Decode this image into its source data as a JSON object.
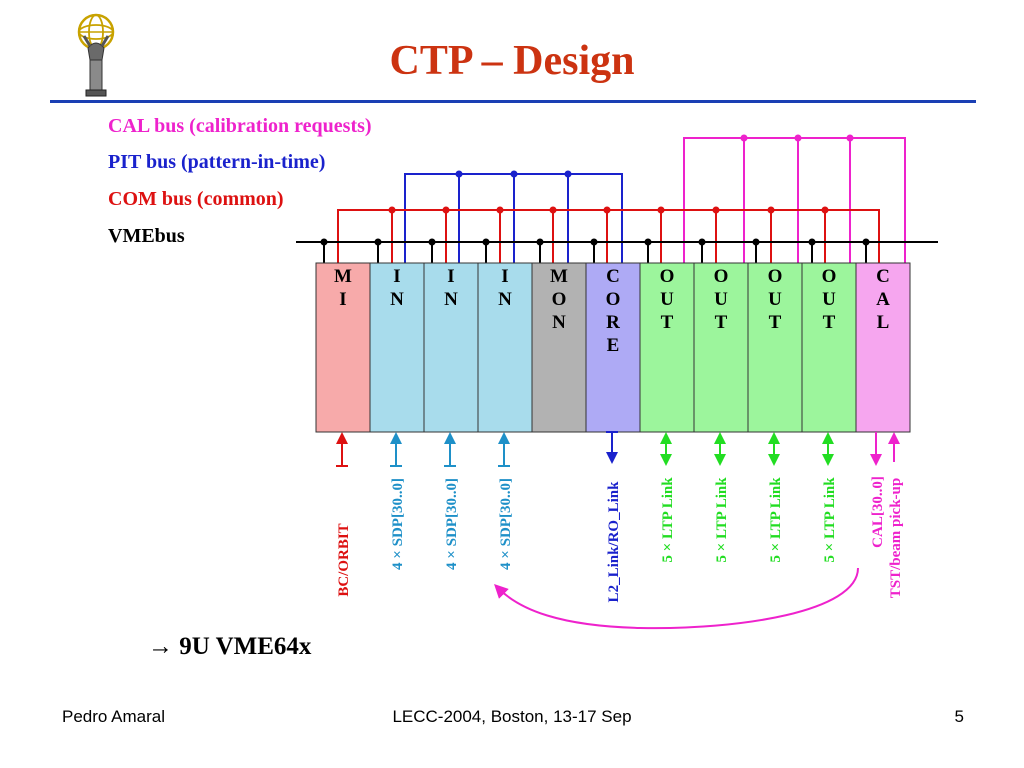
{
  "slide": {
    "title": "CTP – Design",
    "footer_left": "Pedro Amaral",
    "footer_center": "LECC-2004, Boston, 13-17 Sep",
    "page_number": "5",
    "bottom_note": "→ 9U VME64x"
  },
  "buses": [
    {
      "key": "cal",
      "label": "CAL bus (calibration requests)",
      "color": "#ee22cc"
    },
    {
      "key": "pit",
      "label": "PIT bus (pattern-in-time)",
      "color": "#1a22cc"
    },
    {
      "key": "com",
      "label": "COM bus (common)",
      "color": "#dd1111"
    },
    {
      "key": "vme",
      "label": "VMEbus",
      "color": "#000000"
    }
  ],
  "modules": [
    {
      "key": "mi",
      "lines": [
        "M",
        "I"
      ],
      "fill": "#f7aaaa"
    },
    {
      "key": "in1",
      "lines": [
        "I",
        "N"
      ],
      "fill": "#a8dcec"
    },
    {
      "key": "in2",
      "lines": [
        "I",
        "N"
      ],
      "fill": "#a8dcec"
    },
    {
      "key": "in3",
      "lines": [
        "I",
        "N"
      ],
      "fill": "#a8dcec"
    },
    {
      "key": "mon",
      "lines": [
        "M",
        "O",
        "N"
      ],
      "fill": "#b2b2b2"
    },
    {
      "key": "core",
      "lines": [
        "C",
        "O",
        "R",
        "E"
      ],
      "fill": "#aeaaf5"
    },
    {
      "key": "out1",
      "lines": [
        "O",
        "U",
        "T"
      ],
      "fill": "#9cf59c"
    },
    {
      "key": "out2",
      "lines": [
        "O",
        "U",
        "T"
      ],
      "fill": "#9cf59c"
    },
    {
      "key": "out3",
      "lines": [
        "O",
        "U",
        "T"
      ],
      "fill": "#9cf59c"
    },
    {
      "key": "out4",
      "lines": [
        "O",
        "U",
        "T"
      ],
      "fill": "#9cf59c"
    },
    {
      "key": "cal",
      "lines": [
        "C",
        "A",
        "L"
      ],
      "fill": "#f6a6ef"
    }
  ],
  "io_labels": [
    {
      "key": "bc-orbit",
      "text": "BC/ORBIT",
      "color": "#dd1111"
    },
    {
      "key": "sdp-1",
      "text": "4 × SDP[30..0]",
      "color": "#1e90c8"
    },
    {
      "key": "sdp-2",
      "text": "4 × SDP[30..0]",
      "color": "#1e90c8"
    },
    {
      "key": "sdp-3",
      "text": "4 × SDP[30..0]",
      "color": "#1e90c8"
    },
    {
      "key": "l2-ro-link",
      "text": "L2_Link/RO_Link",
      "color": "#1a22cc"
    },
    {
      "key": "ltp-1",
      "text": "5 × LTP Link",
      "color": "#22dd22"
    },
    {
      "key": "ltp-2",
      "text": "5 × LTP Link",
      "color": "#22dd22"
    },
    {
      "key": "ltp-3",
      "text": "5 × LTP Link",
      "color": "#22dd22"
    },
    {
      "key": "ltp-4",
      "text": "5 × LTP Link",
      "color": "#22dd22"
    },
    {
      "key": "cal-30",
      "text": "CAL[30..0]",
      "color": "#ee22cc"
    },
    {
      "key": "tst-beam",
      "text": "TST/beam pick-up",
      "color": "#ee22cc"
    }
  ],
  "icons": {
    "logo": "atlas-logo-icon"
  }
}
